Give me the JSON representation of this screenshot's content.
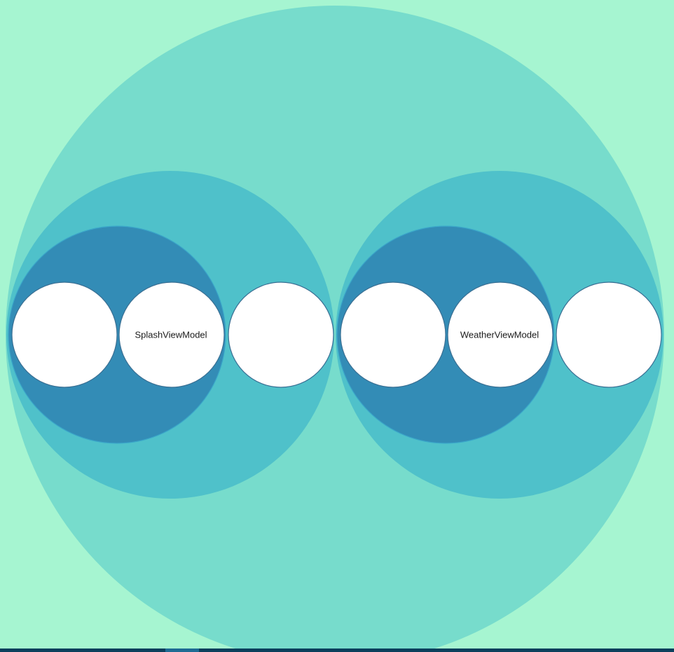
{
  "colors": {
    "background": "#a6f5d1",
    "depth1": "#77dccc",
    "depth2": "#4fc1ca",
    "depth3": "#338cb6",
    "leaf": "#ffffff",
    "leaf_stroke": "#3a6f93",
    "depth3_stroke": "#3aa6c9",
    "label": "#1a1a1a"
  },
  "chart_data": {
    "type": "circle-packing",
    "root": {
      "name": "",
      "children": [
        {
          "name": "",
          "children": [
            {
              "name": "",
              "children": [
                {
                  "name": "",
                  "value": 1
                },
                {
                  "name": "SplashViewModel",
                  "value": 1
                }
              ]
            },
            {
              "name": "",
              "value": 1
            }
          ]
        },
        {
          "name": "",
          "children": [
            {
              "name": "",
              "children": [
                {
                  "name": "",
                  "value": 1
                },
                {
                  "name": "WeatherViewModel",
                  "value": 1
                }
              ]
            },
            {
              "name": "",
              "value": 1
            }
          ]
        }
      ]
    }
  }
}
